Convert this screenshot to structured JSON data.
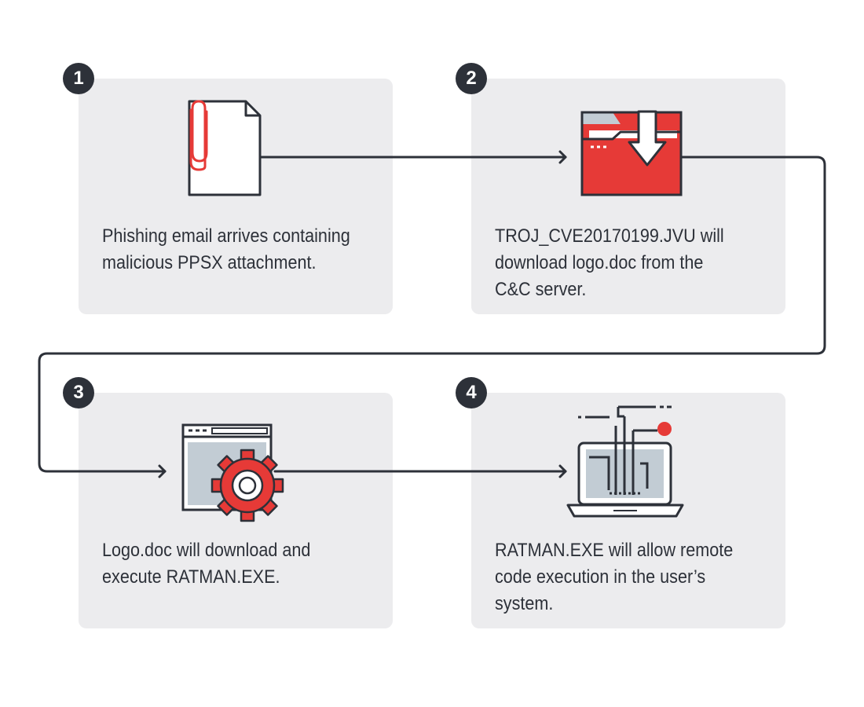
{
  "steps": [
    {
      "number": "1",
      "text": "Phishing email arrives containing malicious PPSX attachment.",
      "icon": "paperclip-document-icon"
    },
    {
      "number": "2",
      "text": "TROJ_CVE20170199.JVU will download logo.doc from the C&C server.",
      "icon": "folder-download-icon"
    },
    {
      "number": "3",
      "text": "Logo.doc will download and execute RATMAN.EXE.",
      "icon": "window-gear-icon"
    },
    {
      "number": "4",
      "text": "RATMAN.EXE will allow remote code execution in the user’s system.",
      "icon": "laptop-circuit-icon"
    }
  ],
  "colors": {
    "card_background": "#ececee",
    "dark": "#2d3139",
    "accent_red": "#e63a37",
    "light_blue": "#c2ccd4",
    "white": "#ffffff"
  }
}
